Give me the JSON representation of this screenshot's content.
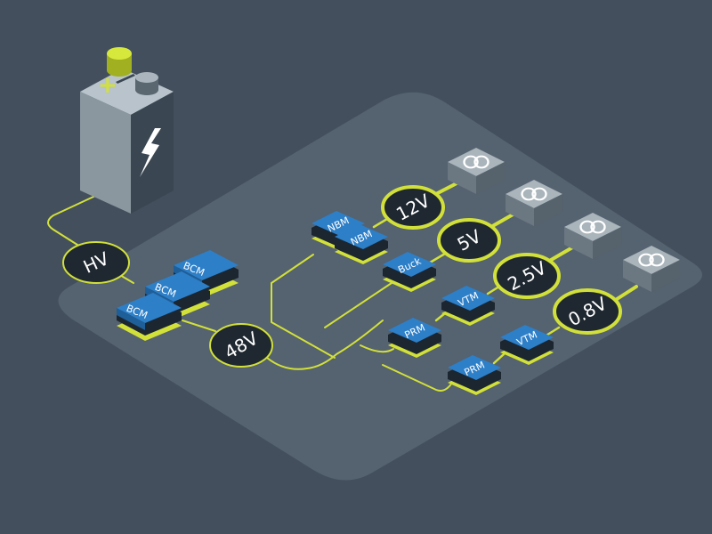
{
  "colors": {
    "background": "#434f5c",
    "board": "#55626f",
    "wire": "#d2e03a",
    "module_blue": "#2d7fc8",
    "voltage_bubble": "#1f2830",
    "load_box": "#8d9aa3"
  },
  "battery": {
    "plus_symbol": "+",
    "icon": "lightning-bolt-icon"
  },
  "voltages": {
    "hv": "HV",
    "bus48": "48V",
    "v12": "12V",
    "v5": "5V",
    "v2_5": "2.5V",
    "v0_8": "0.8V"
  },
  "modules": {
    "bcm": [
      "BCM",
      "BCM",
      "BCM"
    ],
    "nbm": [
      "NBM",
      "NBM"
    ],
    "buck": "Buck",
    "prm": [
      "PRM",
      "PRM"
    ],
    "vtm": [
      "VTM",
      "VTM"
    ]
  },
  "loads": {
    "icon": "linked-rings-icon",
    "count": 4
  }
}
